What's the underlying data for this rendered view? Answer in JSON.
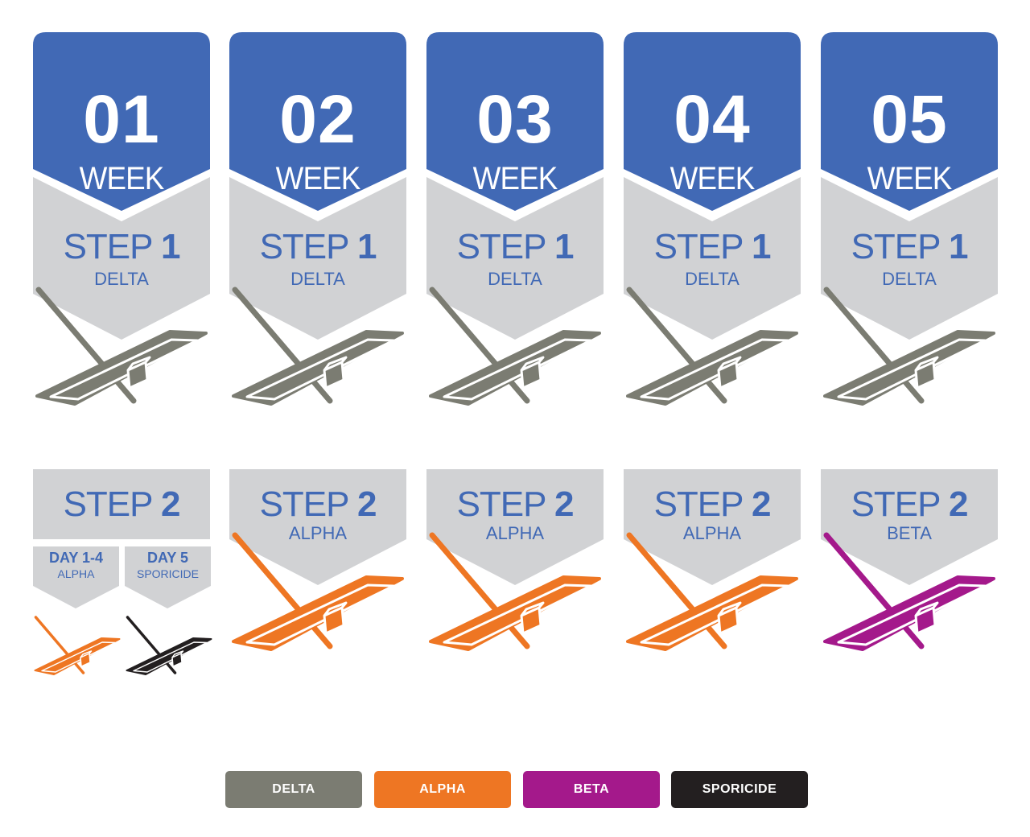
{
  "colors": {
    "week_blue": "#4169b5",
    "step_gray": "#d1d2d4",
    "text_blue": "#4169b5",
    "delta": "#7b7c72",
    "alpha": "#ee7623",
    "beta": "#a4198b",
    "sporicide": "#231f20"
  },
  "weeks": [
    {
      "number": "01",
      "label": "WEEK",
      "step1": {
        "prefix": "STEP ",
        "num": "1",
        "product": "DELTA"
      },
      "step2": {
        "prefix": "STEP ",
        "num": "2",
        "product": "",
        "split": [
          {
            "title": "DAY 1-4",
            "product": "ALPHA"
          },
          {
            "title": "DAY 5",
            "product": "SPORICIDE"
          }
        ]
      }
    },
    {
      "number": "02",
      "label": "WEEK",
      "step1": {
        "prefix": "STEP ",
        "num": "1",
        "product": "DELTA"
      },
      "step2": {
        "prefix": "STEP ",
        "num": "2",
        "product": "ALPHA"
      }
    },
    {
      "number": "03",
      "label": "WEEK",
      "step1": {
        "prefix": "STEP ",
        "num": "1",
        "product": "DELTA"
      },
      "step2": {
        "prefix": "STEP ",
        "num": "2",
        "product": "ALPHA"
      }
    },
    {
      "number": "04",
      "label": "WEEK",
      "step1": {
        "prefix": "STEP ",
        "num": "1",
        "product": "DELTA"
      },
      "step2": {
        "prefix": "STEP ",
        "num": "2",
        "product": "ALPHA"
      }
    },
    {
      "number": "05",
      "label": "WEEK",
      "step1": {
        "prefix": "STEP ",
        "num": "1",
        "product": "DELTA"
      },
      "step2": {
        "prefix": "STEP ",
        "num": "2",
        "product": "BETA"
      }
    }
  ],
  "mop_icons": {
    "step1": [
      "delta",
      "delta",
      "delta",
      "delta",
      "delta"
    ],
    "step2": [
      [
        "alpha",
        "sporicide"
      ],
      "alpha",
      "alpha",
      "alpha",
      "beta"
    ]
  },
  "legend": [
    {
      "label": "DELTA",
      "color": "#7b7c72"
    },
    {
      "label": "ALPHA",
      "color": "#ee7623"
    },
    {
      "label": "BETA",
      "color": "#a4198b"
    },
    {
      "label": "SPORICIDE",
      "color": "#231f20"
    }
  ]
}
